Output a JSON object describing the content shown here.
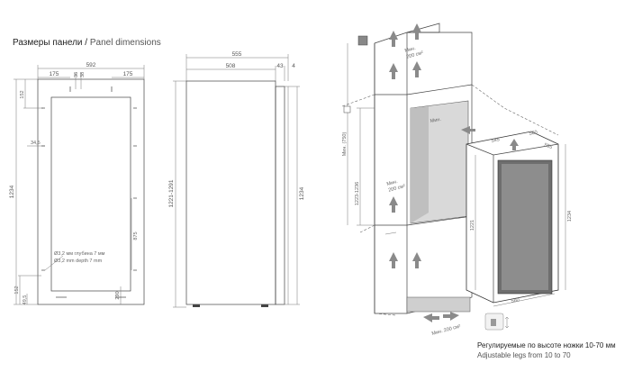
{
  "title": {
    "ru": "Размеры панели",
    "sep": " / ",
    "en": "Panel dimensions"
  },
  "panel_front": {
    "width_total": "592",
    "offset_left": "175",
    "offset_right": "175",
    "top_small_1": "36",
    "top_small_2": "38",
    "height_total": "1234",
    "top_inset": "152",
    "side_inset": "34,5",
    "bottom_inset": "152",
    "bottom_small": "49,5",
    "side_right": "875",
    "bottom_right": "290",
    "hole_ru": "Ø3,2 мм глубина 7 мм",
    "hole_en": "Ø3,2 mm depth 7 mm"
  },
  "panel_side": {
    "depth_total": "555",
    "depth_main": "508",
    "depth_door": "43",
    "depth_gap": "4",
    "niche_height": "1221-1291",
    "panel_height": "1234"
  },
  "installation": {
    "min_area_top": "Мин.\n200 см²",
    "min_area_mid": "Мин.\n200 см²",
    "min_area_bottom": "Мин. 200 см²",
    "min_height": "Мин. (750)",
    "niche_range": "1223-1236",
    "niche_label_min": "Мин.",
    "w545": "545",
    "w560": "560",
    "w555": "555",
    "h1221": "1221",
    "h1234": "1234",
    "w560b": "560"
  },
  "legs": {
    "ru": "Регулируемые по высоте ножки 10-70 мм",
    "en": "Adjustable legs from 10 to 70"
  }
}
